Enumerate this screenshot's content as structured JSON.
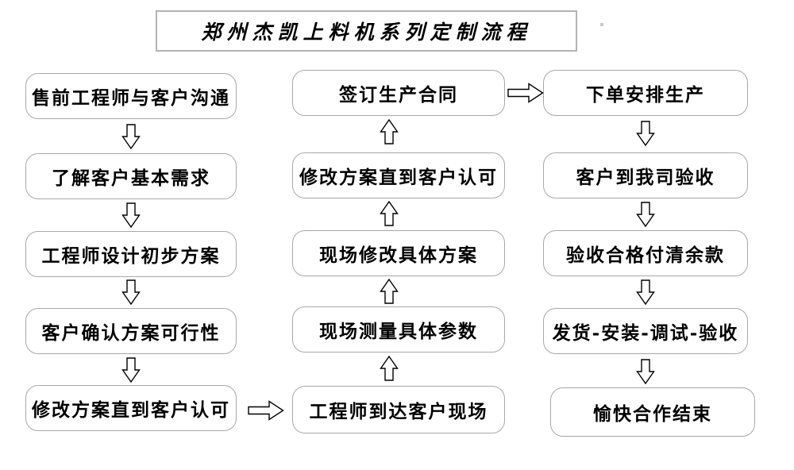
{
  "title": "郑州杰凯上料机系列定制流程",
  "colors": {
    "background": "#ffffff",
    "box_border": "#a8a8a8",
    "title_border": "#b3b3b3",
    "text": "#000000",
    "arrow_outline": "#000000",
    "arrow_fill": "#ffffff"
  },
  "flow": {
    "left_column": {
      "direction": "top-to-bottom",
      "steps": [
        "售前工程师与客户沟通",
        "了解客户基本需求",
        "工程师设计初步方案",
        "客户确认方案可行性",
        "修改方案直到客户认可"
      ]
    },
    "middle_column": {
      "direction": "bottom-to-top",
      "steps": [
        "签订生产合同",
        "修改方案直到客户认可",
        "现场修改具体方案",
        "现场测量具体参数",
        "工程师到达客户现场"
      ]
    },
    "right_column": {
      "direction": "top-to-bottom",
      "steps": [
        "下单安排生产",
        "客户到我司验收",
        "验收合格付清余款",
        "发货-安装-调试-验收",
        "愉快合作结束"
      ]
    }
  }
}
